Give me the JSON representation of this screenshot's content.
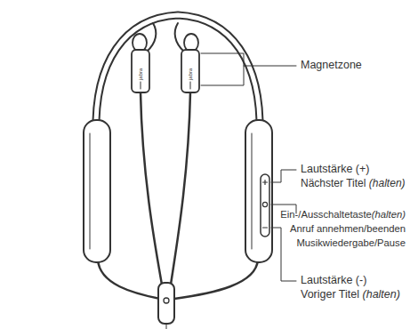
{
  "diagram": {
    "labels": [
      "jabra",
      "jabra",
      "Magnetzone",
      "Lautstärke (+)",
      "Nächster Titel",
      "(halten)",
      "Ein-/Ausschaltetaste",
      "(halten)",
      "Anruf annehmen/beenden",
      "Musikwiedergabe/Pause",
      "Lautstärke (-)",
      "Voriger Titel",
      "(halten)"
    ]
  }
}
